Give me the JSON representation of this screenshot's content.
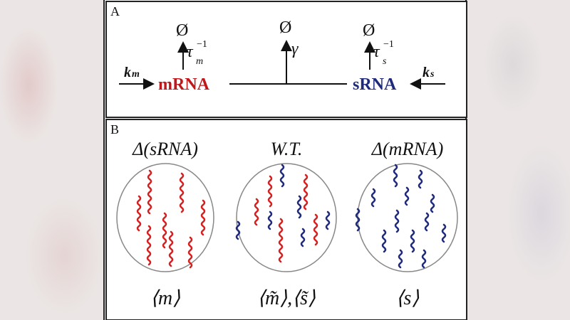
{
  "panel_a": {
    "label": "A",
    "empty_set": "Ø",
    "tau_m": "τ",
    "tau_m_sub": "m",
    "tau_s": "τ",
    "tau_s_sub": "s",
    "inverse_sup": "−1",
    "gamma": "γ",
    "km": "k",
    "km_sub": "m",
    "ks": "k",
    "ks_sub": "s",
    "mrna": "mRNA",
    "srna": "sRNA",
    "colors": {
      "mrna": "#c0171c",
      "srna": "#1f2a7a"
    }
  },
  "panel_b": {
    "label": "B",
    "circles": [
      {
        "title": "Δ(sRNA)",
        "avg": "⟨m⟩"
      },
      {
        "title": "W.T.",
        "avg": "⟨m̃⟩,⟨s̃⟩"
      },
      {
        "title": "Δ(mRNA)",
        "avg": "⟨s⟩"
      }
    ],
    "colors": {
      "red_strand": "#d42020",
      "blue_strand": "#1f2a7a"
    }
  }
}
